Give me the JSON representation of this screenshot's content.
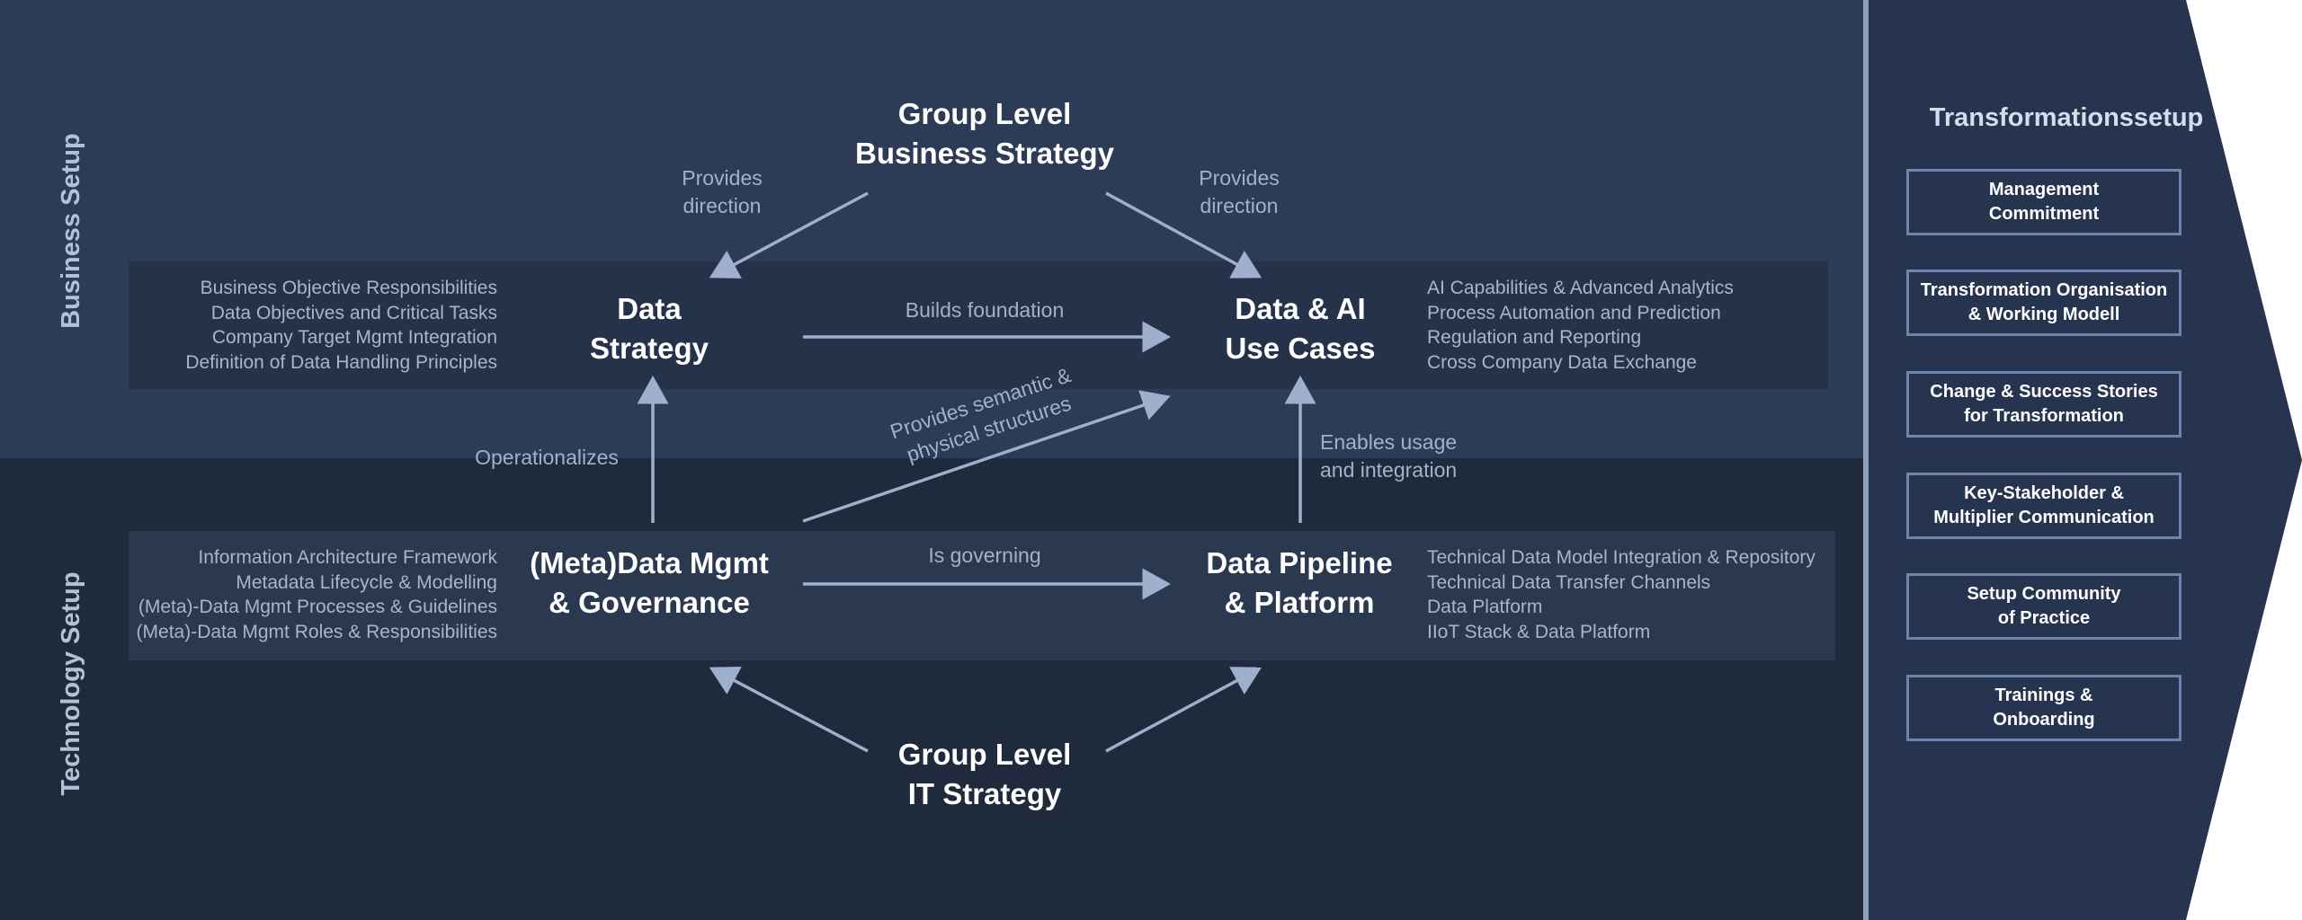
{
  "bands": {
    "business_label": "Business Setup",
    "technology_label": "Technology Setup"
  },
  "nodes": {
    "group_business": "Group Level\nBusiness Strategy",
    "data_strategy": "Data\nStrategy",
    "use_cases": "Data & AI\nUse Cases",
    "meta_data": "(Meta)Data Mgmt\n& Governance",
    "pipeline": "Data Pipeline\n& Platform",
    "group_it": "Group Level\nIT Strategy"
  },
  "bullets": {
    "data_strategy": [
      "Business Objective Responsibilities",
      "Data Objectives and Critical Tasks",
      "Company Target Mgmt Integration",
      "Definition of Data Handling Principles"
    ],
    "use_cases": [
      "AI Capabilities & Advanced Analytics",
      "Process Automation and Prediction",
      "Regulation and Reporting",
      "Cross Company Data Exchange"
    ],
    "meta_data": [
      "Information Architecture Framework",
      "Metadata Lifecycle & Modelling",
      "(Meta)-Data Mgmt Processes & Guidelines",
      "(Meta)-Data Mgmt Roles & Responsibilities"
    ],
    "pipeline": [
      "Technical Data Model Integration & Repository",
      "Technical Data Transfer Channels",
      "Data Platform",
      "IIoT Stack & Data Platform"
    ]
  },
  "edges": {
    "provides_direction_left": "Provides\ndirection",
    "provides_direction_right": "Provides\ndirection",
    "builds_foundation": "Builds foundation",
    "operationalizes": "Operationalizes",
    "provides_semantic": "Provides semantic &\nphysical structures",
    "enables_usage": "Enables usage\nand integration",
    "is_governing": "Is governing"
  },
  "side": {
    "title": "Transformationssetup",
    "boxes": [
      "Management\nCommitment",
      "Transformation Organisation\n& Working Modell",
      "Change & Success Stories\nfor Transformation",
      "Key-Stakeholder &\nMultiplier Communication",
      "Setup Community\nof Practice",
      "Trainings &\nOnboarding"
    ]
  },
  "colors": {
    "business_band": "#2c3b56",
    "technology_band": "#1f2a3d",
    "side_panel": "#263450",
    "arrow": "#9fb0cf",
    "box_border": "#6d84ad"
  }
}
